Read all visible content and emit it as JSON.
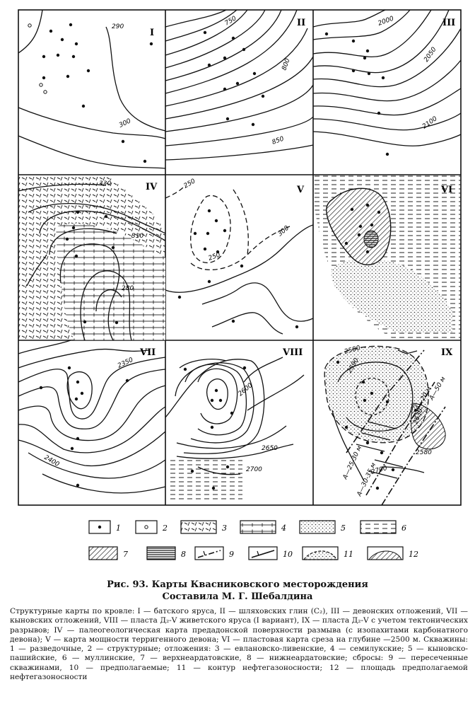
{
  "figure": {
    "panels": [
      {
        "numeral": "I",
        "isolines": [
          "290",
          "300"
        ]
      },
      {
        "numeral": "II",
        "isolines": [
          "750",
          "800",
          "850"
        ]
      },
      {
        "numeral": "III",
        "isolines": [
          "2000",
          "2050",
          "2100"
        ]
      },
      {
        "numeral": "IV",
        "isolines": [
          "330",
          "310",
          "280"
        ]
      },
      {
        "numeral": "V",
        "isolines": [
          "250",
          "250",
          "300"
        ]
      },
      {
        "numeral": "VI",
        "isolines": []
      },
      {
        "numeral": "VII",
        "isolines": [
          "2350",
          "2400"
        ]
      },
      {
        "numeral": "VIII",
        "isolines": [
          "2600",
          "2650",
          "2700"
        ]
      },
      {
        "numeral": "IX",
        "isolines": [
          "2580",
          "2590",
          "2630",
          "2580",
          "2700",
          "A—20 м",
          "A—50 м",
          "A—25-30 м",
          "A—30-35 м"
        ]
      }
    ],
    "legend": [
      "1",
      "2",
      "3",
      "4",
      "5",
      "6",
      "7",
      "8",
      "9",
      "10",
      "11",
      "12"
    ]
  },
  "caption": {
    "title_line1": "Рис. 93. Карты Квасниковского месторождения",
    "title_line2": "Составила М. Г. Шебалдина",
    "body": "Структурные карты по кровле: I — батского яруса, II — шляховских глин (C₂), III — девонских отложений, VII — кыновских отложений, VIII — пласта Д₂-V живетского яруса (I вариант), IX — пласта Д₂-V с учетом тектонических разрывов; IV — палеогеологическая карта предадонской поверхности размыва (с изопахитами карбонатного девона); V — карта мощности терригенного девона; VI — пластовая карта среза на глубине —2500 м. Скважины: 1 — разведочные, 2 — структурные; отложения: 3 — евлановско-ливенские, 4 — семилукские; 5 — кыновско-пашийские, 6 — муллинские, 7 — верхнеардатовские, 8 — нижнеардатовские; сбросы: 9 — пересеченные скважинами, 10 — предполагаемые; 11 — контур нефтегазоносности; 12 — площадь предполагаемой нефтегазоносности"
  }
}
